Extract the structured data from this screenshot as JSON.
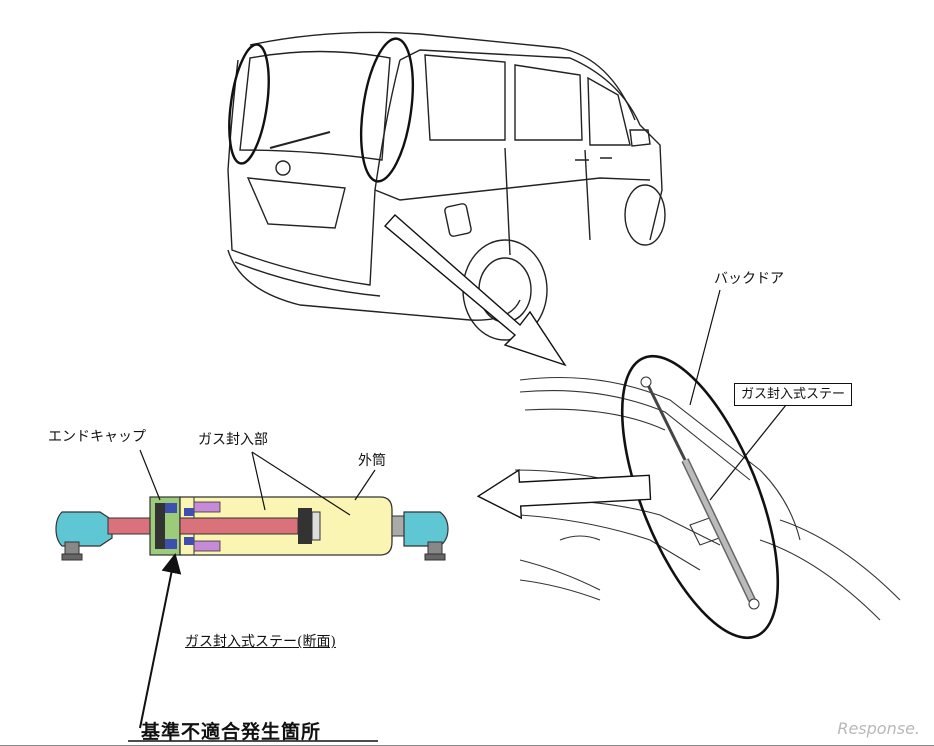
{
  "labels": {
    "back_door": "バックドア",
    "gas_stay": "ガス封入式ステー",
    "end_cap": "エンドキャップ",
    "gas_section": "ガス封入部",
    "outer_tube": "外筒",
    "cross_section_caption": "ガス封入式ステー(断面)",
    "defect_location": "基準不適合発生箇所"
  },
  "watermark": "Response.",
  "colors": {
    "rod": "#d9727a",
    "outer_tube": "#fbf5b4",
    "end_fitting": "#5fc6d4",
    "end_cap_green": "#9ccb7a",
    "seal_dark": "#333333",
    "seal_blue": "#3f4fb0",
    "seal_purple": "#c68ad8"
  }
}
